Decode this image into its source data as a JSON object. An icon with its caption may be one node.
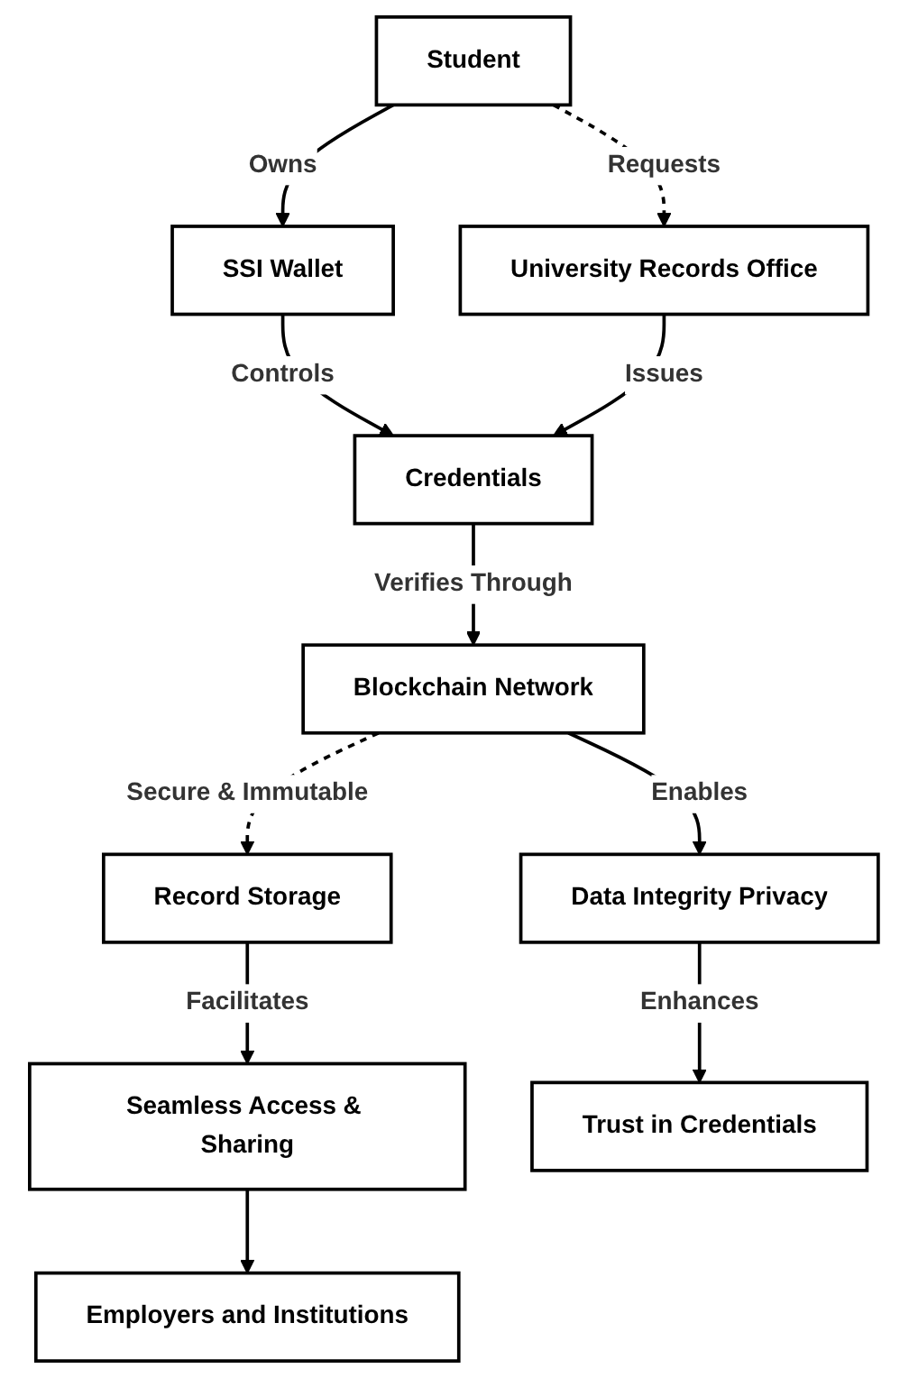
{
  "diagram": {
    "nodes": [
      {
        "text": [
          "Student"
        ]
      },
      {
        "text": [
          "SSI Wallet"
        ]
      },
      {
        "text": [
          "University Records Office"
        ]
      },
      {
        "text": [
          "Credentials"
        ]
      },
      {
        "text": [
          "Blockchain Network"
        ]
      },
      {
        "text": [
          "Record Storage"
        ]
      },
      {
        "text": [
          "Data Integrity Privacy"
        ]
      },
      {
        "text": [
          "Seamless Access & Sharing"
        ]
      },
      {
        "text": [
          "Trust in Credentials"
        ]
      },
      {
        "text": [
          "Employers and Institutions"
        ]
      }
    ],
    "edges": [
      {
        "from": 0,
        "to": 1,
        "arrow": "to",
        "label": "Owns"
      },
      {
        "from": 0,
        "to": 2,
        "arrow": "to",
        "label": "Requests",
        "style": "dashed"
      },
      {
        "from": 1,
        "to": 3,
        "arrow": "to",
        "label": "Controls"
      },
      {
        "from": 2,
        "to": 3,
        "arrow": "to",
        "label": "Issues"
      },
      {
        "from": 3,
        "to": 4,
        "arrow": "to",
        "label": "Verifies Through"
      },
      {
        "from": 4,
        "to": 5,
        "arrow": "to",
        "label": "Secure & Immutable",
        "style": "dashed"
      },
      {
        "from": 4,
        "to": 6,
        "arrow": "to",
        "label": "Enables"
      },
      {
        "from": 5,
        "to": 7,
        "arrow": "to",
        "label": "Facilitates"
      },
      {
        "from": 6,
        "to": 8,
        "arrow": "to",
        "label": "Enhances"
      },
      {
        "from": 7,
        "to": 9,
        "arrow": "to"
      }
    ]
  }
}
